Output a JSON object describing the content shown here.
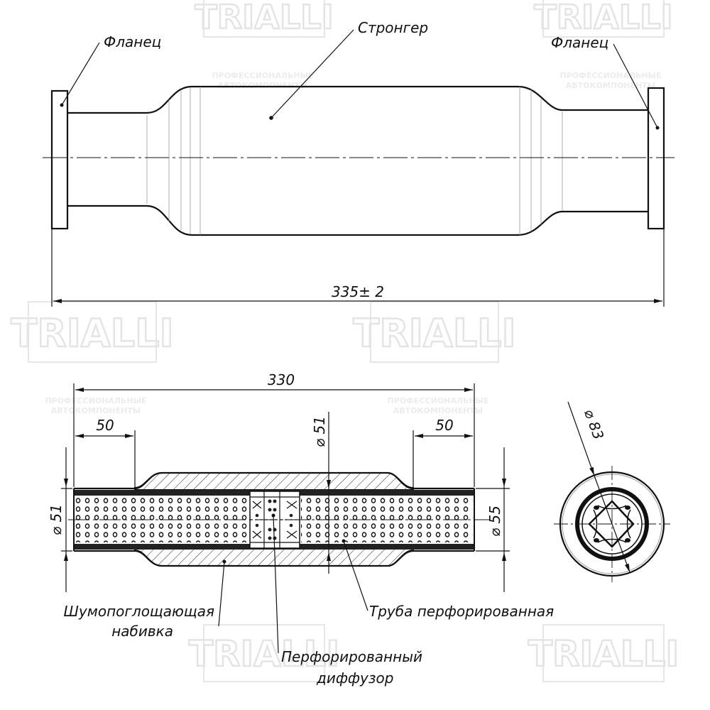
{
  "watermark": {
    "brand": "TRIALLI",
    "tagline_line1": "ПРОФЕССИОНАЛЬНЫЕ",
    "tagline_line2": "АВТОКОМПОНЕНТЫ"
  },
  "side_view": {
    "label_flange_left": "Фланец",
    "label_flange_right": "Фланец",
    "label_stronger": "Стронгер",
    "overall_length": "335± 2"
  },
  "section_view": {
    "length_total": "330",
    "length_left_end": "50",
    "length_right_end": "50",
    "diameter_inlet": "⌀ 51",
    "diameter_center": "⌀ 51",
    "diameter_outlet": "⌀ 55",
    "label_packing_line1": "Шумопоглощающая",
    "label_packing_line2": "набивка",
    "label_diffuser_line1": "Перфорированный",
    "label_diffuser_line2": "диффузор",
    "label_perforated_tube": "Труба перфорированная"
  },
  "end_view": {
    "diameter_outer": "⌀ 83"
  }
}
